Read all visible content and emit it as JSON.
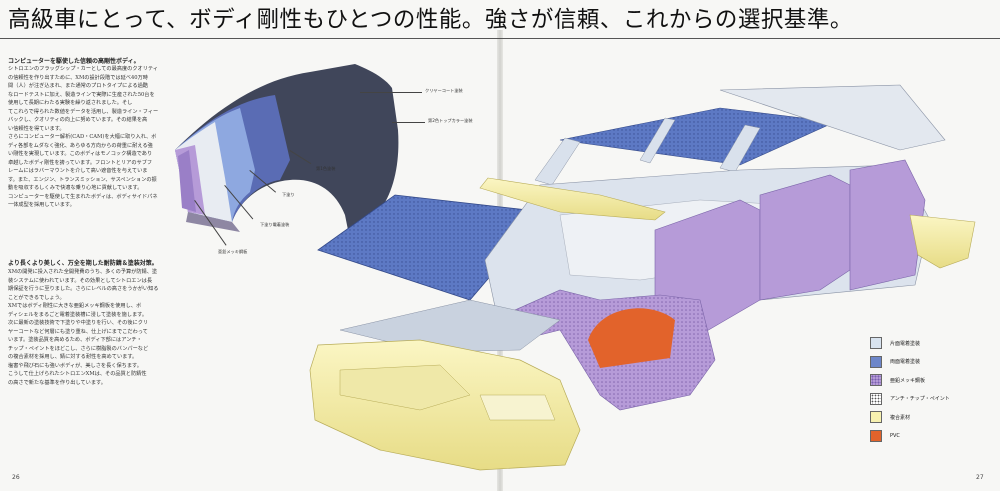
{
  "headline": "高級車にとって、ボディ剛性もひとつの性能。強さが信頼、これからの選択基準。",
  "section1": {
    "title": "コンピューターを駆使した信頼の高剛性ボディ。",
    "body": "シトロエンのフラッグシップ・カーとしての最高度のクオリティとを目\nの信頼性を作り出すために、XMの設計段階では延べ40万時\n間（人）が注ぎ込まれ、また通常のプロトタイプによる過酷\nなロードテストに加え、製造ラインで実際に生産された50台を\n使用して長期にわたる実験を繰り返されました。そし\nてこれらで得られた数値をデータを活用し、製造ライン・フィード\nバックし、クオリティの向上に努めています。その結果を高\nい信頼性を得ています。\nさらにコンピューター解析(CAD・CAM)を大幅に取り入れ、ボ\nディ各部をムダなく強化、あらゆる方向からの荷重に耐える強\nい剛性を実現しています。このボディはモノコック構造であり\n卓越したボディ剛性を誇っています。フロントとリアのサブフ\nレームにはラバーマウントを介して高い遮音性を与えていま\nす。また、エンジン、トランスミッション、サスペンションの振\n動を吸収するしくみで快適な乗り心地に貢献しています。\nコンピューターを駆使して生まれたボディは、ボディサイドパネルの\n一体成型を採用しています。"
  },
  "section2": {
    "title": "より長くより美しく、万全を期した耐防錆＆塗装対策。",
    "body": "XMの開発に投入された全開発費のうち、多くの予算が防錆、塗\n装システムに使われています。その効果としてシトロエンは長\n期保証を行うに至りました。さらにレベルの高さをうかがい知る\nことができるでしょう。\nXMではボディ剛性に大きな亜鉛メッキ鋼板を使用し、ボ\nディシェルをまるごと電着塗装槽に浸して塗装を施します。\n次に最新の塗装技術で下塗りや中塗りを行い、その後にクリ\nヤーコートなど何層にも塗り重ね、仕上げにまでこだわって\nいます。塗装品質を高めるため、ボディ下部にはアンチ・\nチップ・ペイントをほどこし、さらに樹脂製のバンパーなど\nの複合素材を採用し、錆に対する耐性を高めています。\n塩害や飛び石にも強いボディが、美しさを長く保ちます。\nこうして仕上げられたシトロエンXMは、その品質と防錆性\nの高さで新たな基準を作り出しています。"
  },
  "callouts": {
    "clear_coat": "クリヤーコート塗装",
    "second_top": "第2色トップカラー塗装",
    "first_top": "第1色塗装",
    "primer": "下塗り",
    "electro": "下塗り電着塗装",
    "galvanized": "亜鉛メッキ鋼板"
  },
  "legend": [
    {
      "label": "片面電着塗装",
      "color": "#d8e3ef"
    },
    {
      "label": "両面電着塗装",
      "color": "#6d86c9"
    },
    {
      "label": "亜鉛メッキ鋼板",
      "color": "#b49ad6"
    },
    {
      "label": "アンチ・チップ・ペイント",
      "color": "#ffffff"
    },
    {
      "label": "複合素材",
      "color": "#f7f1b0"
    },
    {
      "label": "PVC",
      "color": "#e2632b"
    }
  ],
  "page_numbers": {
    "left": "26",
    "right": "27"
  }
}
